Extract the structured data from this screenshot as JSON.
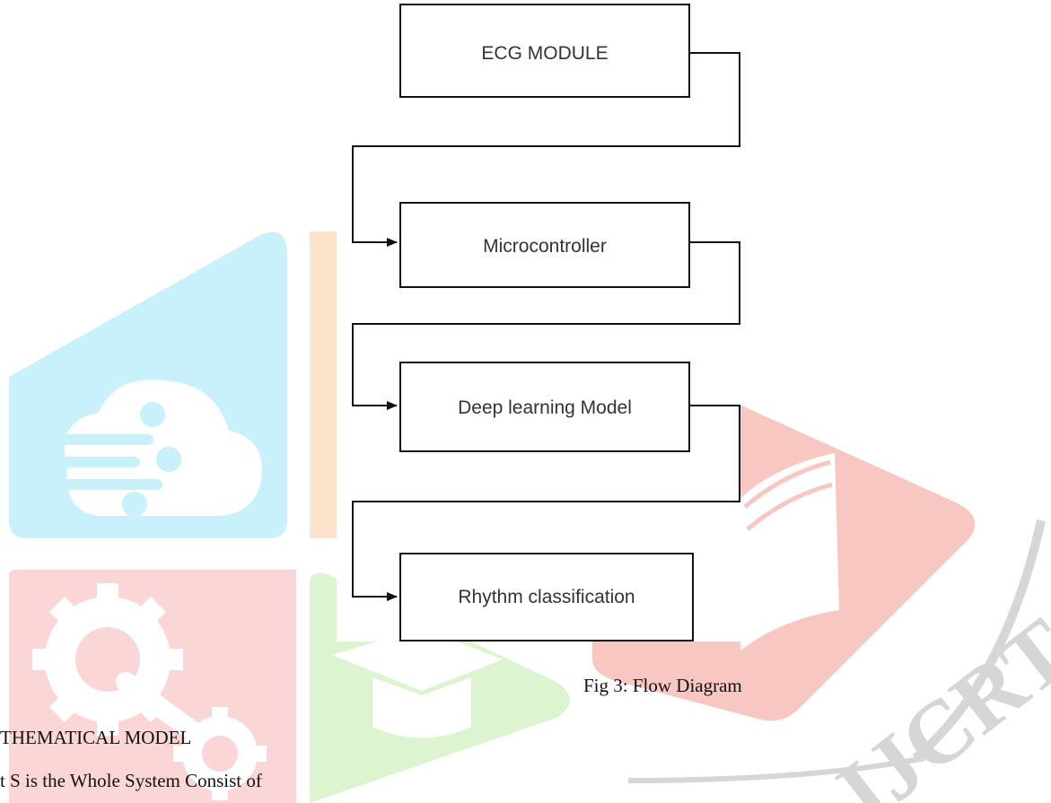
{
  "diagram": {
    "nodes": [
      {
        "id": "ecg",
        "label": "ECG MODULE"
      },
      {
        "id": "mcu",
        "label": "Microcontroller"
      },
      {
        "id": "dl",
        "label": "Deep learning Model"
      },
      {
        "id": "rhythm",
        "label": "Rhythm classification"
      }
    ],
    "edges": [
      {
        "from": "ecg",
        "to": "mcu"
      },
      {
        "from": "mcu",
        "to": "dl"
      },
      {
        "from": "dl",
        "to": "rhythm"
      }
    ]
  },
  "caption": "Fig 3: Flow Diagram",
  "section_heading": "THEMATICAL MODEL",
  "paragraph": "t S is the Whole System Consist of",
  "watermark": {
    "text": "IJCRT",
    "colors": {
      "cyan": "#c8f1fb",
      "peach": "#fde3cc",
      "pink": "#fbd6d6",
      "green": "#dcf5d0",
      "red": "#f9c7c2",
      "gray": "#d6d6d6"
    },
    "icons": [
      "circuit-cloud-icon",
      "gear-icon",
      "graduation-cap-icon",
      "book-icon"
    ]
  }
}
